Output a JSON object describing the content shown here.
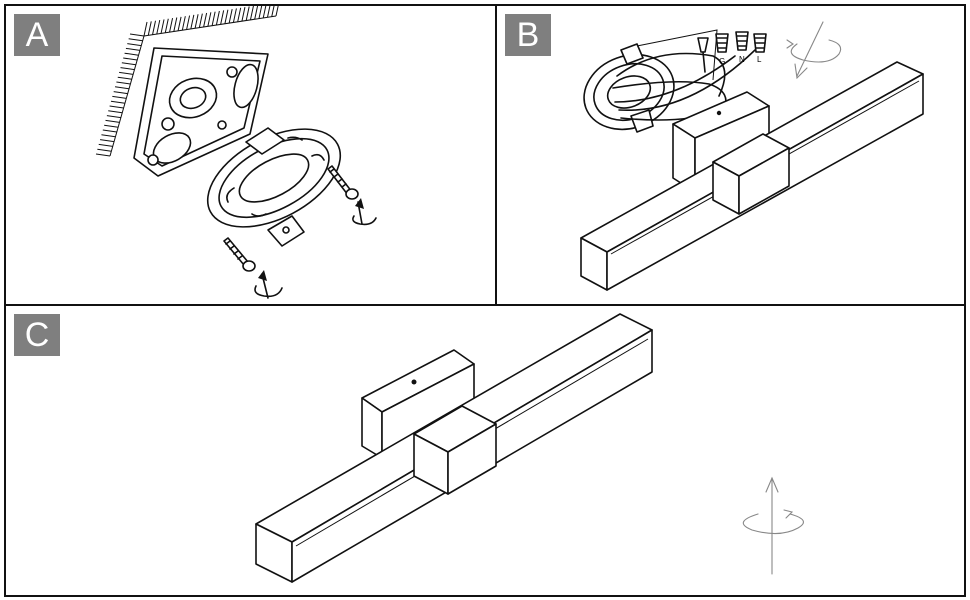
{
  "panels": [
    {
      "label": "A"
    },
    {
      "label": "B"
    },
    {
      "label": "C"
    }
  ],
  "panel_b": {
    "connector_marks": [
      "G",
      "N",
      "L"
    ]
  },
  "colors": {
    "label_background": "#7f7f7f",
    "label_text": "#ffffff",
    "line": "#111111",
    "guide_arrow": "#888888"
  }
}
